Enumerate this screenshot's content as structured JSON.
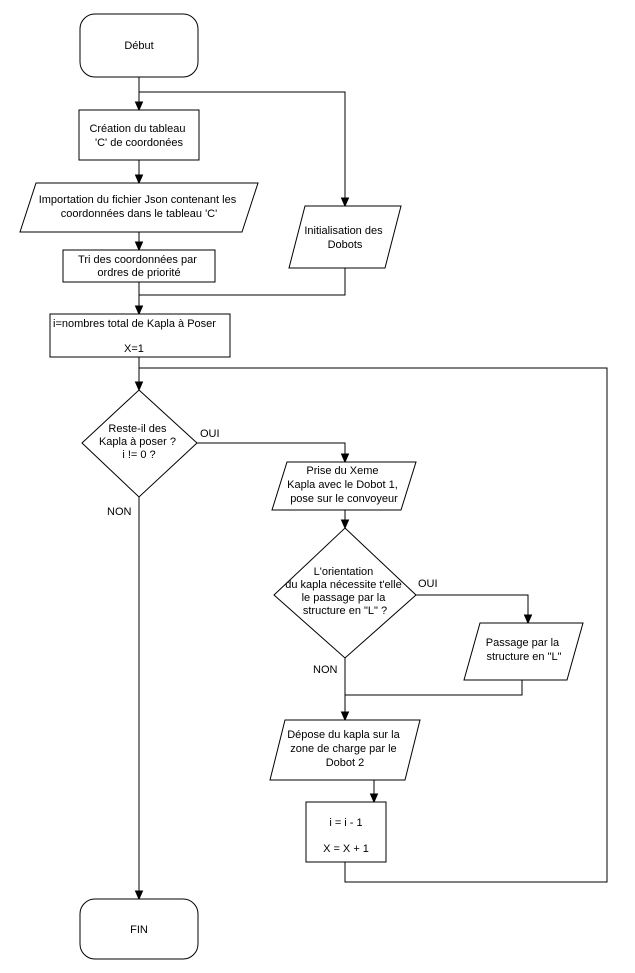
{
  "nodes": {
    "debut": "Début",
    "creation": [
      "Création du tableau",
      "'C' de coordonées"
    ],
    "importation": [
      "Importation du fichier Json contenant les",
      "coordonnées dans le tableau 'C'"
    ],
    "tri": [
      "Tri des coordonnées par",
      "ordres de priorité"
    ],
    "init": [
      "Initialisation des",
      "Dobots"
    ],
    "iinit": [
      "i=nombres total de Kapla à Poser",
      "X=1"
    ],
    "reste": [
      "Reste-il des",
      "Kapla à poser ?",
      "i != 0 ?"
    ],
    "prise": [
      "Prise du Xeme",
      "Kapla avec le Dobot 1,",
      "pose sur le convoyeur"
    ],
    "orientation": [
      "L'orientation",
      "du kapla nécessite t'elle",
      "le passage par la",
      "structure en \"L\" ?"
    ],
    "passage": [
      "Passage par la",
      "structure en \"L\""
    ],
    "depose": [
      "Dépose du kapla sur la",
      "zone de charge par le",
      "Dobot 2"
    ],
    "incr": [
      "i = i - 1",
      "X = X + 1"
    ],
    "fin": "FIN"
  },
  "edge_labels": {
    "reste_oui": "OUI",
    "reste_non": "NON",
    "orient_oui": "OUI",
    "orient_non": "NON"
  }
}
